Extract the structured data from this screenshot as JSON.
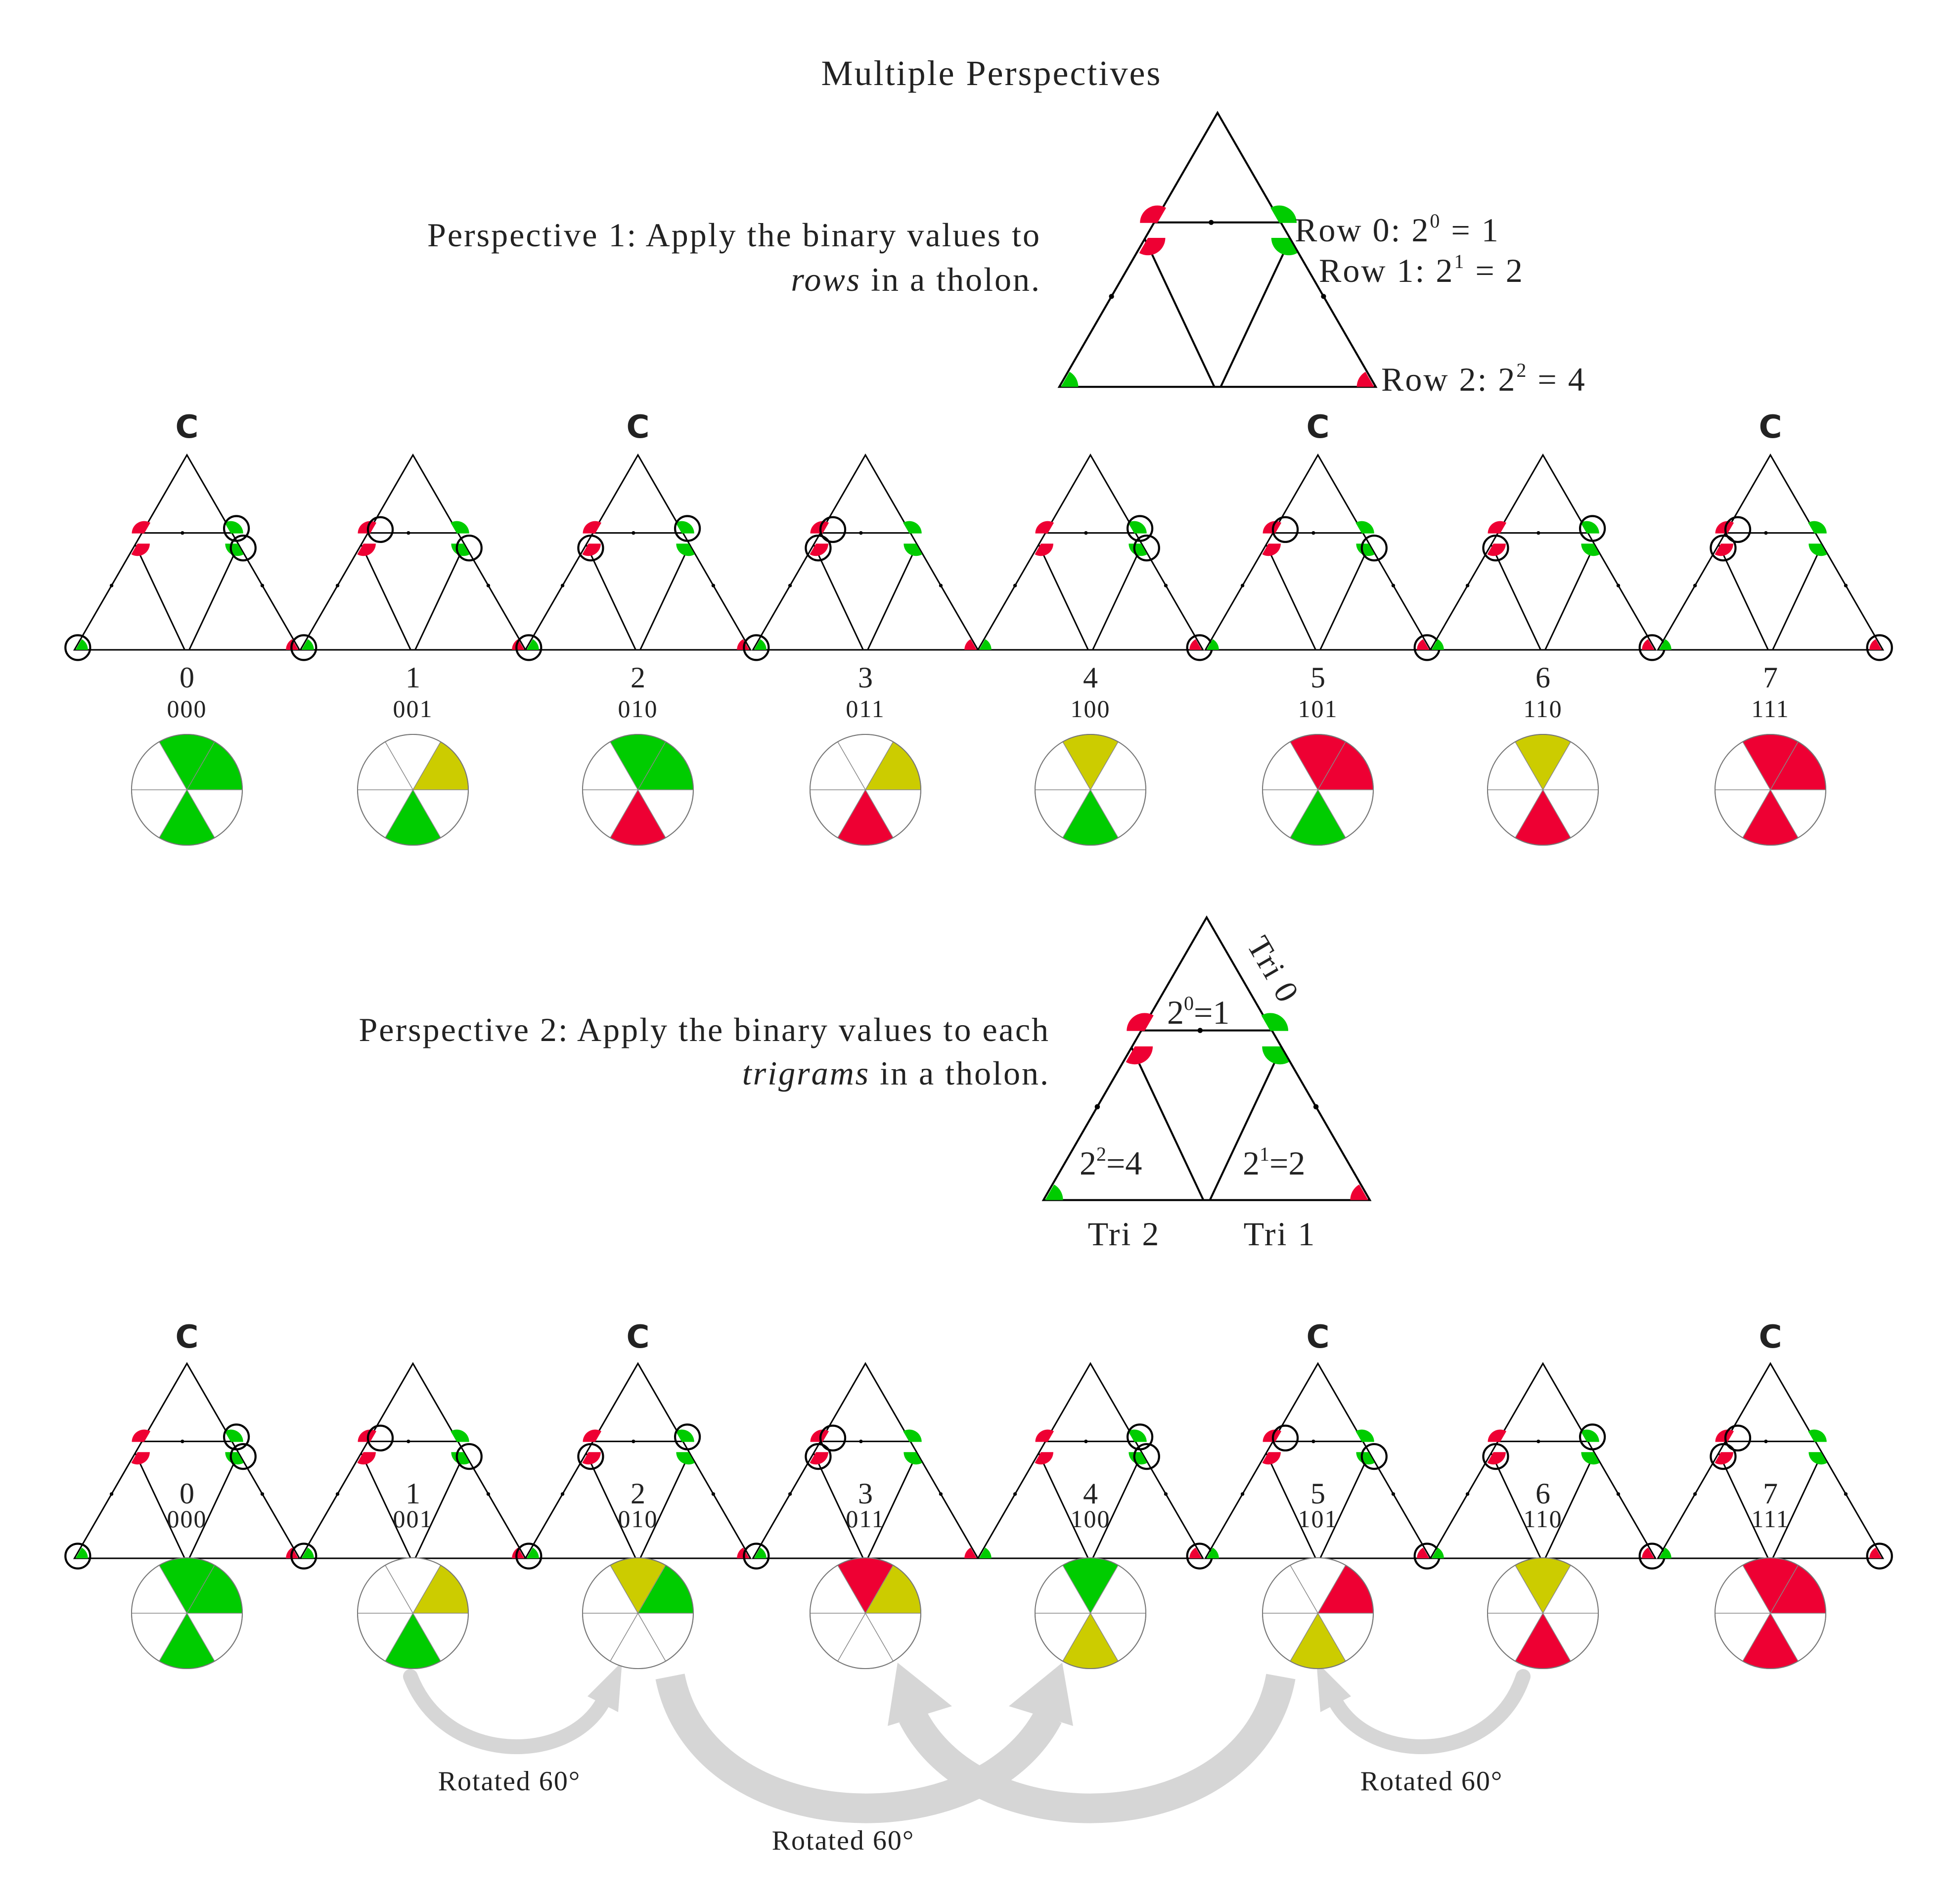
{
  "title": "Multiple Perspectives",
  "colors": {
    "green": "#00cc00",
    "red": "#ee0033",
    "yellow": "#cccc00",
    "line": "#000000",
    "arrow": "#d6d6d6"
  },
  "perspective1": {
    "text_line1": "Perspective 1: Apply the binary values to",
    "text_line2_em": "rows",
    "text_line2_rest": " in a tholon.",
    "row0": {
      "prefix": "Row 0: 2",
      "exp": "0",
      "suffix": " = 1"
    },
    "row1": {
      "prefix": "Row 1: 2",
      "exp": "1",
      "suffix": " = 2"
    },
    "row2": {
      "prefix": "Row 2: 2",
      "exp": "2",
      "suffix": " = 4"
    }
  },
  "perspective2": {
    "text_line1": "Perspective 2: Apply the binary values to each",
    "text_line2_em": "trigrams",
    "text_line2_rest": " in a tholon.",
    "tri0_label": "Tri 0",
    "tri1_label": "Tri 1",
    "tri2_label": "Tri 2",
    "top_value": {
      "base": "2",
      "exp": "0",
      "rest": "=1"
    },
    "left_value": {
      "base": "2",
      "exp": "2",
      "rest": "=4"
    },
    "right_value": {
      "base": "2",
      "exp": "1",
      "rest": "=2"
    }
  },
  "c_label": "C",
  "c_marked_indices": [
    0,
    2,
    5,
    7
  ],
  "row1_items": [
    {
      "number": "0",
      "binary": "000",
      "wheel": {
        "top_left": "green",
        "top_right": "green",
        "bottom": "green"
      }
    },
    {
      "number": "1",
      "binary": "001",
      "wheel": {
        "top_left": "white",
        "top_right": "yellow",
        "bottom": "green"
      }
    },
    {
      "number": "2",
      "binary": "010",
      "wheel": {
        "top_left": "green",
        "top_right": "green",
        "bottom": "red"
      }
    },
    {
      "number": "3",
      "binary": "011",
      "wheel": {
        "top_left": "white",
        "top_right": "yellow",
        "bottom": "red"
      }
    },
    {
      "number": "4",
      "binary": "100",
      "wheel": {
        "top_left": "yellow",
        "top_right": "white",
        "bottom": "green"
      }
    },
    {
      "number": "5",
      "binary": "101",
      "wheel": {
        "top_left": "red",
        "top_right": "red",
        "bottom": "green"
      }
    },
    {
      "number": "6",
      "binary": "110",
      "wheel": {
        "top_left": "yellow",
        "top_right": "white",
        "bottom": "red"
      }
    },
    {
      "number": "7",
      "binary": "111",
      "wheel": {
        "top_left": "red",
        "top_right": "red",
        "bottom": "red"
      }
    }
  ],
  "row2_items": [
    {
      "number": "0",
      "binary": "000",
      "wheel": {
        "top_left": "green",
        "top_right": "green",
        "bottom": "green"
      }
    },
    {
      "number": "1",
      "binary": "001",
      "wheel": {
        "top_left": "white",
        "top_right": "yellow",
        "bottom": "green"
      }
    },
    {
      "number": "2",
      "binary": "010",
      "wheel": {
        "top_left": "yellow",
        "top_right": "green",
        "bottom": "white"
      }
    },
    {
      "number": "3",
      "binary": "011",
      "wheel": {
        "top_left": "red",
        "top_right": "yellow",
        "bottom": "white"
      }
    },
    {
      "number": "4",
      "binary": "100",
      "wheel": {
        "top_left": "green",
        "top_right": "white",
        "bottom": "yellow"
      }
    },
    {
      "number": "5",
      "binary": "101",
      "wheel": {
        "top_left": "white",
        "top_right": "red",
        "bottom": "yellow"
      }
    },
    {
      "number": "6",
      "binary": "110",
      "wheel": {
        "top_left": "yellow",
        "top_right": "white",
        "bottom": "red"
      }
    },
    {
      "number": "7",
      "binary": "111",
      "wheel": {
        "top_left": "red",
        "top_right": "red",
        "bottom": "red"
      }
    }
  ],
  "arrows": {
    "label_left": "Rotated 60°",
    "label_middle": "Rotated 60°",
    "label_right": "Rotated 60°"
  }
}
